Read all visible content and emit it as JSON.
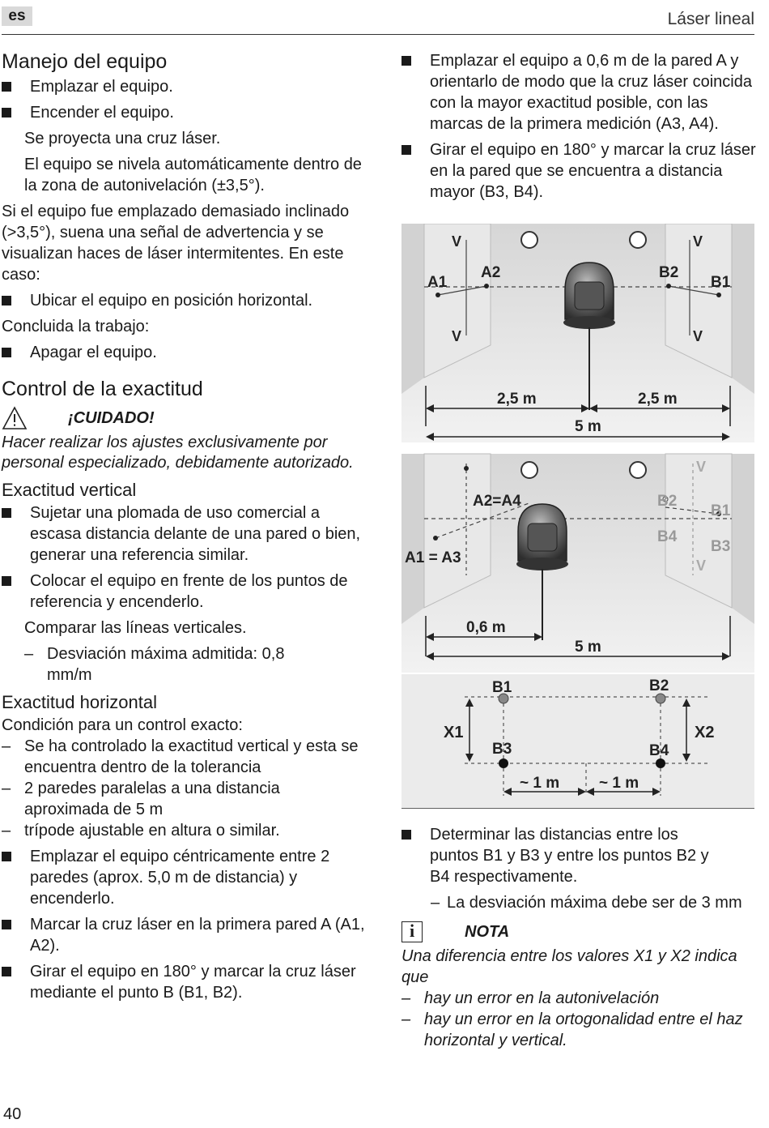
{
  "header": {
    "lang": "es",
    "title": "Láser lineal"
  },
  "footer": {
    "page": "40"
  },
  "left": {
    "h_handling": "Manejo del equipo",
    "handling_b1": "Emplazar el equipo.",
    "handling_b2": "Encender el equipo.",
    "handling_i1": "Se proyecta una cruz láser.",
    "handling_i2": "El equipo se nivela automáticamente dentro de la zona de autonivelación (±3,5°).",
    "handling_p1": "Si el equipo fue emplazado demasiado inclinado (>3,5°), suena una señal de advertencia y se visualizan haces de láser intermitentes. En este caso:",
    "handling_b3": "Ubicar el equipo en posición horizontal.",
    "handling_p2": "Concluida la trabajo:",
    "handling_b4": "Apagar el equipo.",
    "h_accuracy": "Control de la exactitud",
    "caution_label": "¡CUIDADO!",
    "caution_text": "Hacer realizar los ajustes exclusivamente por personal especializado, debidamente autorizado.",
    "h_vertical": "Exactitud vertical",
    "vert_b1": "Sujetar una plomada de uso comercial a escasa distancia delante de una pared o bien, generar una referencia similar.",
    "vert_b2": "Colocar el equipo en frente de los puntos de referencia y encenderlo.",
    "vert_i1": "Comparar las líneas verticales.",
    "vert_d1": "Desviación máxima admitida: 0,8 mm/m",
    "h_horizontal": "Exactitud horizontal",
    "horiz_p1": "Condición para un control exacto:",
    "horiz_d1": "Se ha controlado la exactitud vertical y esta se encuentra dentro de la tolerancia",
    "horiz_d2": "2 paredes paralelas a una distancia aproximada de 5 m",
    "horiz_d3": "trípode ajustable en altura o similar.",
    "horiz_b1": "Emplazar el equipo céntricamente entre 2 paredes (aprox. 5,0 m de distancia) y encenderlo.",
    "horiz_b2": "Marcar la cruz láser en la primera pared A (A1, A2).",
    "horiz_b3": "Girar el equipo en 180° y marcar la cruz láser mediante el punto B (B1, B2)."
  },
  "right": {
    "b1": "Emplazar el equipo a 0,6 m de la pared A y orientarlo de modo que la cruz láser coincida con la mayor exactitud posible, con las marcas de la primera medición (A3, A4).",
    "b2": "Girar el equipo en 180° y marcar la cruz láser en la pared que se encuentra a distancia mayor (B3, B4).",
    "b3": "Determinar las distancias entre los puntos B1 y B3 y entre los puntos B2 y B4 respectivamente.",
    "d1": "La desviación máxima debe ser de 3 mm",
    "note_label": "NOTA",
    "note_intro": "Una diferencia entre los valores X1 y X2 indica que",
    "note_d1": "hay un error en la autonivelación",
    "note_d2": "hay un error en la ortogonalidad entre el haz horizontal y vertical."
  },
  "figure": {
    "panel1": {
      "v": "V",
      "a1": "A1",
      "a2": "A2",
      "b1": "B1",
      "b2": "B2",
      "dim_left": "2,5 m",
      "dim_right": "2,5 m",
      "dim_total": "5 m"
    },
    "panel2": {
      "v": "V",
      "a2a4": "A2=A4",
      "a1a3": "A1 = A3",
      "b1": "B1",
      "b2": "B2",
      "b3": "B3",
      "b4": "B4",
      "dim_near": "0,6 m",
      "dim_total": "5 m"
    },
    "panel3": {
      "b1": "B1",
      "b2": "B2",
      "b3": "B3",
      "b4": "B4",
      "x1": "X1",
      "x2": "X2",
      "d1": "~ 1 m",
      "d2": "~ 1 m"
    }
  }
}
